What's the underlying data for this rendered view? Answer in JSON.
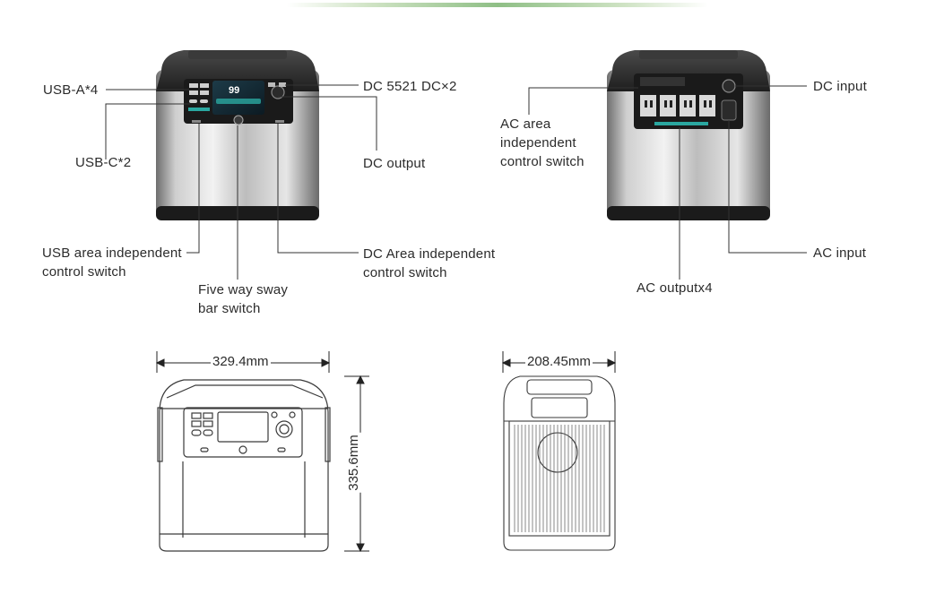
{
  "front_labels": {
    "usb_a": "USB-A*4",
    "usb_c": "USB-C*2",
    "dc_5521": "DC 5521 DC×2",
    "dc_output": "DC output",
    "usb_switch": [
      "USB area independent",
      "control switch"
    ],
    "dc_switch": [
      "DC Area independent",
      "control switch"
    ],
    "five_way": [
      "Five way sway",
      "bar switch"
    ]
  },
  "back_labels": {
    "ac_switch": [
      "AC area",
      "independent",
      "control switch"
    ],
    "dc_input": "DC input",
    "ac_input": "AC input",
    "ac_output": "AC outputx4"
  },
  "screen_value": "99",
  "dimensions": {
    "width": "329.4mm",
    "height": "335.6mm",
    "depth": "208.45mm"
  }
}
